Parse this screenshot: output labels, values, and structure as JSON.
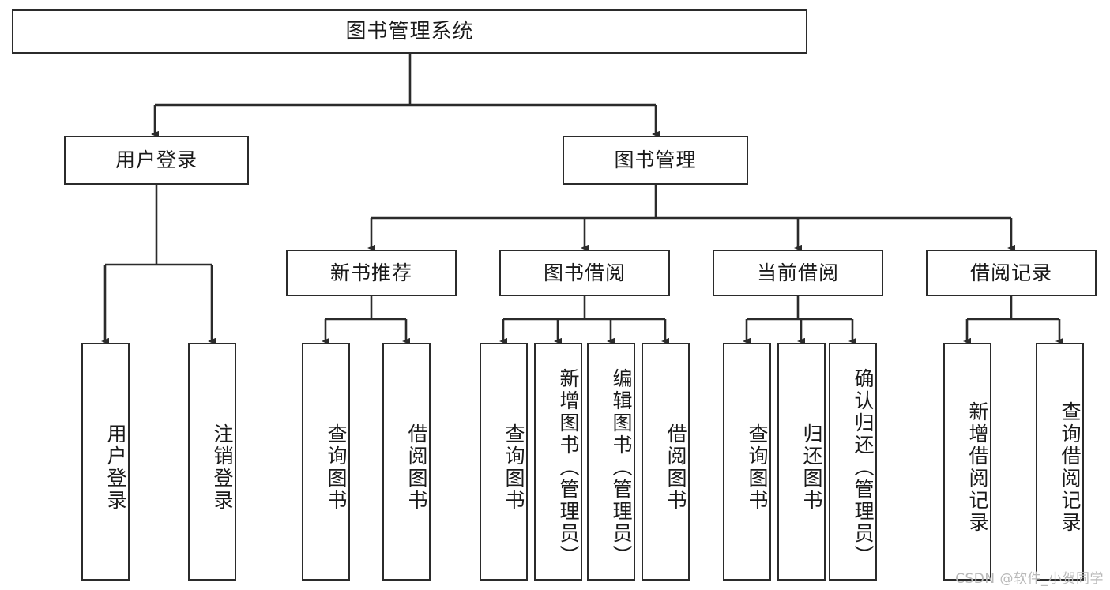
{
  "diagram": {
    "type": "tree-hierarchy",
    "background_color": "#ffffff",
    "line_color": "#2b2b2b",
    "root": {
      "label": "图书管理系统"
    },
    "level1": [
      {
        "label": "用户登录"
      },
      {
        "label": "图书管理"
      }
    ],
    "level2": [
      {
        "label": "新书推荐"
      },
      {
        "label": "图书借阅"
      },
      {
        "label": "当前借阅"
      },
      {
        "label": "借阅记录"
      }
    ],
    "leaves": {
      "user_login": [
        {
          "label": "用户登录"
        },
        {
          "label": "注销登录"
        }
      ],
      "new_book_recommend": [
        {
          "label": "查询图书"
        },
        {
          "label": "借阅图书"
        }
      ],
      "book_borrow": [
        {
          "label": "查询图书"
        },
        {
          "label": "新增图书（管理员）"
        },
        {
          "label": "编辑图书（管理员）"
        },
        {
          "label": "借阅图书"
        }
      ],
      "current_borrow": [
        {
          "label": "查询图书"
        },
        {
          "label": "归还图书"
        },
        {
          "label": "确认归还（管理员）"
        }
      ],
      "borrow_record": [
        {
          "label": "新增借阅记录"
        },
        {
          "label": "查询借阅记录"
        }
      ]
    }
  },
  "watermark": {
    "text": "CSDN @软件_小贺同学"
  }
}
